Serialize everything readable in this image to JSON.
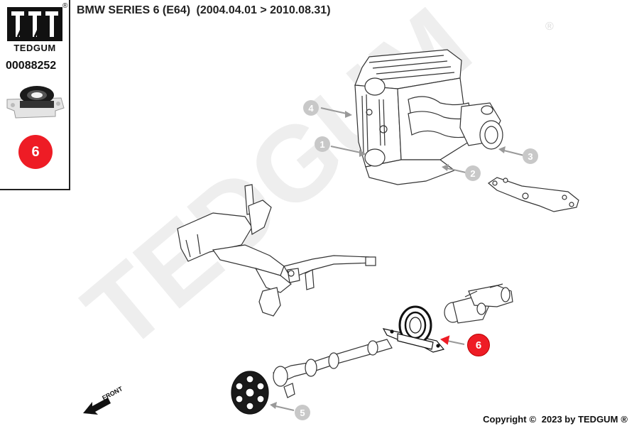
{
  "brand": {
    "name": "TEDGUM",
    "registered_mark": "®",
    "accent_color": "#ee1c25"
  },
  "part": {
    "number": "00088252",
    "callout": "6"
  },
  "vehicle": {
    "model": "BMW SERIES 6 (E64)",
    "years": "(2004.04.01 > 2010.08.31)"
  },
  "callouts": [
    {
      "label": "1",
      "highlighted": false
    },
    {
      "label": "2",
      "highlighted": false
    },
    {
      "label": "3",
      "highlighted": false
    },
    {
      "label": "4",
      "highlighted": false
    },
    {
      "label": "5",
      "highlighted": false
    },
    {
      "label": "6",
      "highlighted": true
    }
  ],
  "direction_label": "FRONT",
  "watermark": {
    "text": "TEDGUM",
    "color": "#eeeeee"
  },
  "footer": {
    "copyright_word": "Copyright",
    "copyright_symbol": "©",
    "year_owner": "2023 by TEDGUM",
    "registered_mark": "®"
  }
}
